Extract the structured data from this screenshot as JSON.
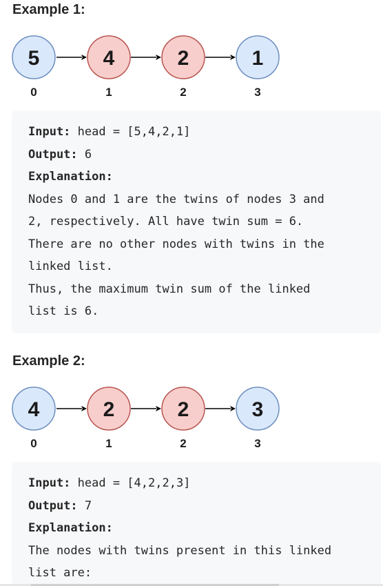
{
  "examples": [
    {
      "title": "Example 1:",
      "nodes": [
        {
          "value": "5",
          "index": "0",
          "kind": "blue"
        },
        {
          "value": "4",
          "index": "1",
          "kind": "red"
        },
        {
          "value": "2",
          "index": "2",
          "kind": "red"
        },
        {
          "value": "1",
          "index": "3",
          "kind": "blue"
        }
      ],
      "input_label": "Input:",
      "input_value": " head = [5,4,2,1]",
      "output_label": "Output:",
      "output_value": " 6",
      "explanation_label": "Explanation:",
      "explanation_lines": [
        "Nodes 0 and 1 are the twins of nodes 3 and",
        "2, respectively. All have twin sum = 6.",
        "There are no other nodes with twins in the",
        "linked list.",
        "Thus, the maximum twin sum of the linked",
        "list is 6."
      ]
    },
    {
      "title": "Example 2:",
      "nodes": [
        {
          "value": "4",
          "index": "0",
          "kind": "blue"
        },
        {
          "value": "2",
          "index": "1",
          "kind": "red"
        },
        {
          "value": "2",
          "index": "2",
          "kind": "red"
        },
        {
          "value": "3",
          "index": "3",
          "kind": "blue"
        }
      ],
      "input_label": "Input:",
      "input_value": " head = [4,2,2,3]",
      "output_label": "Output:",
      "output_value": " 7",
      "explanation_label": "Explanation:",
      "explanation_lines": [
        "The nodes with twins present in this linked",
        "list are:"
      ]
    }
  ],
  "colors": {
    "blue_fill": "#dae8fc",
    "blue_stroke": "#6c8ebf",
    "red_fill": "#f8cecc",
    "red_stroke": "#b85450"
  }
}
